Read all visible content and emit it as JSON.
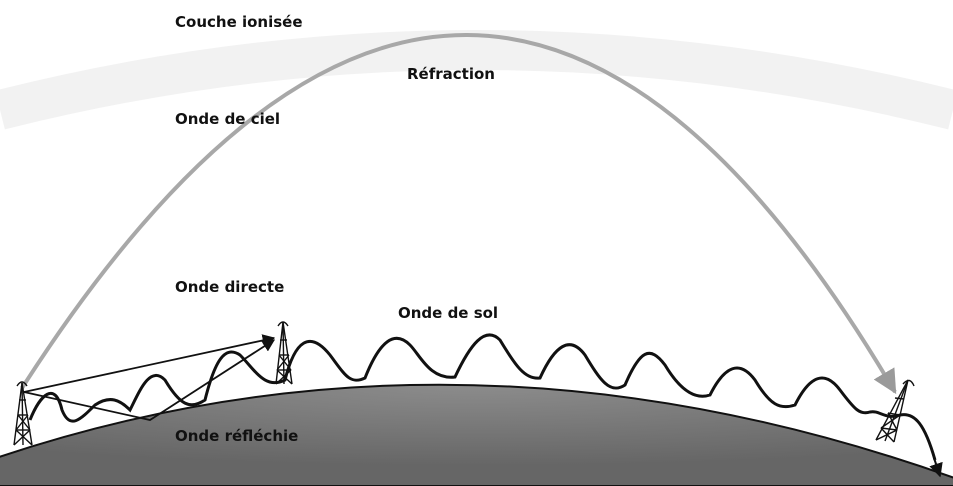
{
  "labels": {
    "ionized_layer": "Couche ionisée",
    "refraction": "Réfraction",
    "sky_wave": "Onde de ciel",
    "direct_wave": "Onde directe",
    "ground_wave": "Onde de sol",
    "reflected_wave": "Onde réfléchie"
  },
  "colors": {
    "earth": "#7a7a7a",
    "sky_wave": "#b0b0b0",
    "ionized_layer": "#eeeeee",
    "lines": "#111111"
  }
}
